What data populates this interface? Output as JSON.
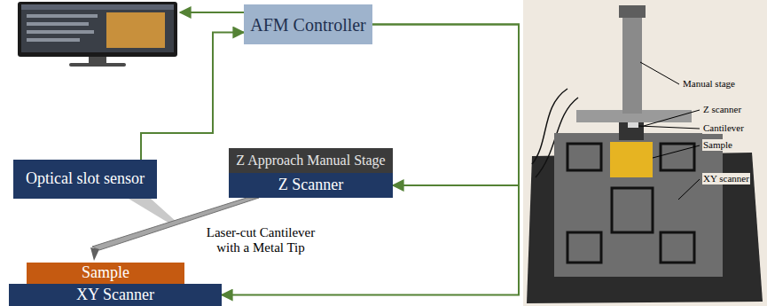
{
  "diagram": {
    "nodes": [
      {
        "text": [
          "AFM Controller"
        ]
      },
      {
        "text": [
          "Optical slot sensor"
        ]
      },
      {
        "text": [
          "Z Approach Manual Stage"
        ]
      },
      {
        "text": [
          "Z Scanner"
        ]
      },
      {
        "text": [
          "Sample"
        ]
      },
      {
        "text": [
          "XY Scanner"
        ]
      }
    ],
    "edges": [
      {
        "from": 1,
        "to": 0,
        "arrow": "to"
      },
      {
        "from": 0,
        "to": 3,
        "arrow": "to"
      },
      {
        "from": 0,
        "to": 5,
        "arrow": "to"
      }
    ],
    "labels": [
      "Laser-cut Cantilever with a Metal Tip",
      "Manual stage",
      "Z scanner",
      "Cantilever",
      "Sample",
      "XY scanner"
    ]
  }
}
